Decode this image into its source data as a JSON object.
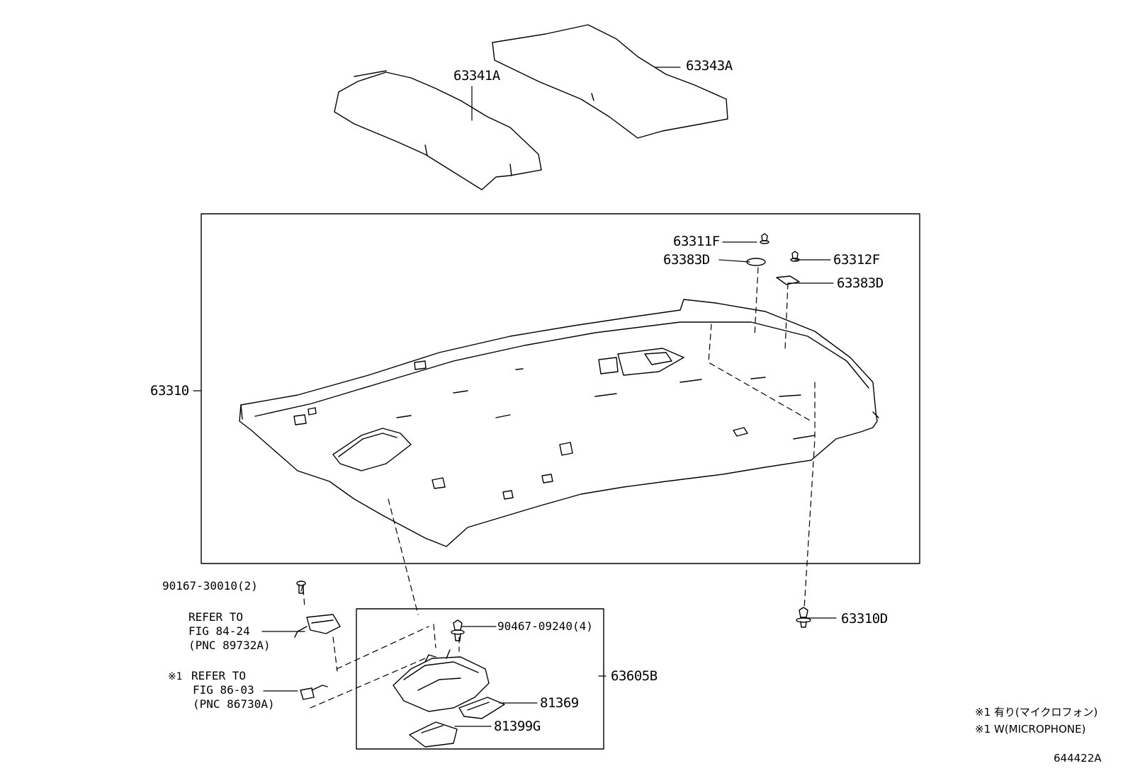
{
  "parts": {
    "p63341A": "63341A",
    "p63343A": "63343A",
    "p63311F": "63311F",
    "p63383D_left": "63383D",
    "p63312F": "63312F",
    "p63383D_right": "63383D",
    "p63310": "63310",
    "p90167": "90167-30010(2)",
    "p63310D": "63310D",
    "p90467": "90467-09240(4)",
    "p63605B": "63605B",
    "p81369": "81369",
    "p81399G": "81399G"
  },
  "refs": {
    "ref1": {
      "line1": "REFER TO",
      "line2": "FIG 84-24",
      "line3": "(PNC 89732A)"
    },
    "ref2": {
      "mark": "※1",
      "line1": "REFER TO",
      "line2": "FIG 86-03",
      "line3": "(PNC 86730A)"
    }
  },
  "notes": {
    "line1": "※1 有り(マイクロフォン)",
    "line2": "※1 W(MICROPHONE)"
  },
  "figure_code": "644422A"
}
